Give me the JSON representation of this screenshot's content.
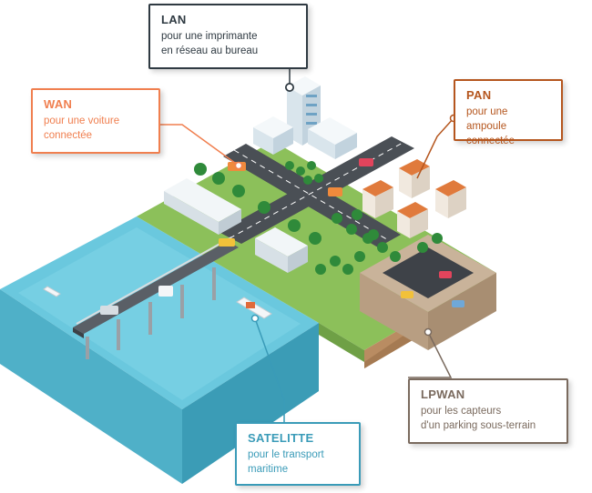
{
  "callouts": {
    "lan": {
      "title": "LAN",
      "line1": "pour une imprimante",
      "line2": "en réseau au bureau",
      "color": "#2f3a42"
    },
    "wan": {
      "title": "WAN",
      "line1": "pour une voiture",
      "line2": "connectée",
      "color": "#f07f4f"
    },
    "pan": {
      "title": "PAN",
      "line1": "pour une ampoule",
      "line2": "connectée",
      "color": "#b5561e"
    },
    "lpwan": {
      "title": "LPWAN",
      "line1": "pour les capteurs",
      "line2": "d'un parking sous-terrain",
      "color": "#7a6a5e"
    },
    "satellite": {
      "title": "SATELITTE",
      "line1": "pour le transport",
      "line2": "maritime",
      "color": "#3a9bb8"
    }
  },
  "colors": {
    "grass": "#8cc05a",
    "soil": "#b98c62",
    "water": "#5fc0d8",
    "road": "#4a4f55",
    "building": "#eef3f6"
  }
}
